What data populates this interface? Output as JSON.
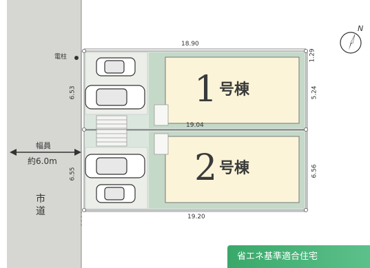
{
  "road": {
    "name_line1": "市",
    "name_line2": "道",
    "width_label": "幅員",
    "width_value": "約6.0m"
  },
  "utility_pole_label": "電柱",
  "dimensions": {
    "top_width": "18.90",
    "right_top_setback": "1.29",
    "lot1_right": "5.24",
    "middle_width": "19.04",
    "lot1_left": "6.53",
    "lot2_left": "6.55",
    "lot2_right": "6.56",
    "bottom_width": "19.20"
  },
  "buildings": [
    {
      "number": "1",
      "suffix": "号棟"
    },
    {
      "number": "2",
      "suffix": "号棟"
    }
  ],
  "compass_label": "N",
  "banner_text": "省エネ基準適合住宅",
  "colors": {
    "road": "#d6d7d2",
    "lot": "#c9dccf",
    "building": "#fbf4d8",
    "banner": "#3aa86a"
  }
}
